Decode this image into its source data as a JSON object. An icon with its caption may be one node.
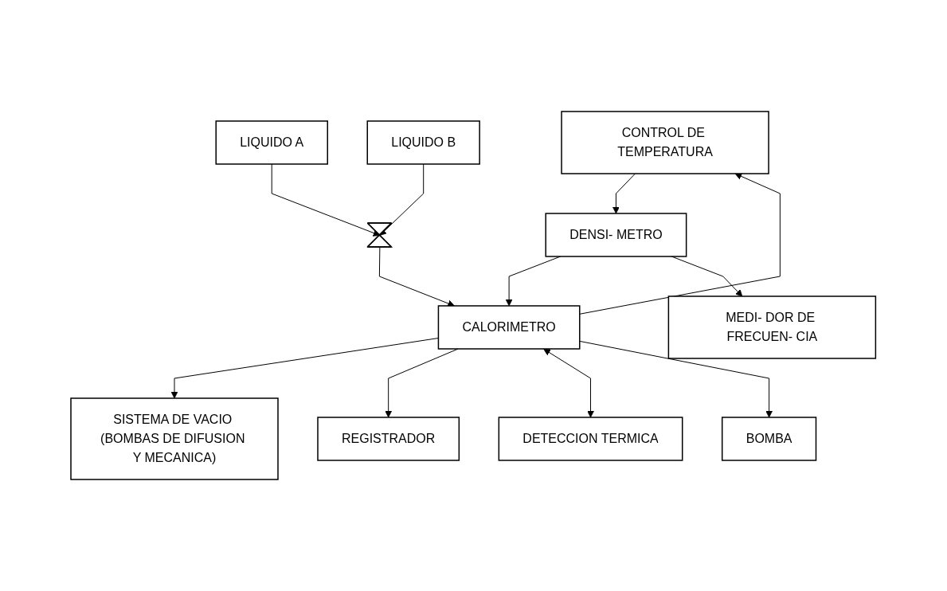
{
  "diagram": {
    "nodes": [
      {
        "text": [
          "SISTEMA DE VACIO (BOMBAS DE DIFUSION Y MECANICA)"
        ]
      },
      {
        "text": [
          "CONTROL DE TEMPERATURA"
        ]
      },
      {
        "text": [
          "REGISTRADOR"
        ]
      },
      {
        "text": [
          "CALORIMETRO"
        ]
      },
      {
        "text": [
          "DETECCION TERMICA"
        ]
      },
      {
        "text": [
          "DENSI- METRO"
        ]
      },
      {
        "text": [
          "MEDI- DOR DE FRECUEN- CIA"
        ]
      },
      {
        "text": [
          "LIQUIDO A"
        ]
      },
      {
        "text": [
          "LIQUIDO B"
        ]
      },
      {
        "text": [],
        "shape": "valve"
      },
      {
        "text": [
          "BOMBA"
        ]
      }
    ],
    "edges": [
      {
        "from": 3,
        "to": 0,
        "arrow": "to"
      },
      {
        "from": 3,
        "to": 1,
        "arrow": "to"
      },
      {
        "from": 1,
        "to": 5,
        "arrow": "to"
      },
      {
        "from": 5,
        "to": 3,
        "arrow": "to"
      },
      {
        "from": 3,
        "to": 2,
        "arrow": "to"
      },
      {
        "from": 3,
        "to": 4,
        "arrow": "both"
      },
      {
        "from": 5,
        "to": 6,
        "arrow": "to"
      },
      {
        "from": 7,
        "to": 9,
        "arrow": "to"
      },
      {
        "from": 8,
        "to": 9,
        "arrow": "to"
      },
      {
        "from": 9,
        "to": 3,
        "arrow": "to"
      },
      {
        "from": 3,
        "to": 10,
        "arrow": "to"
      }
    ]
  }
}
